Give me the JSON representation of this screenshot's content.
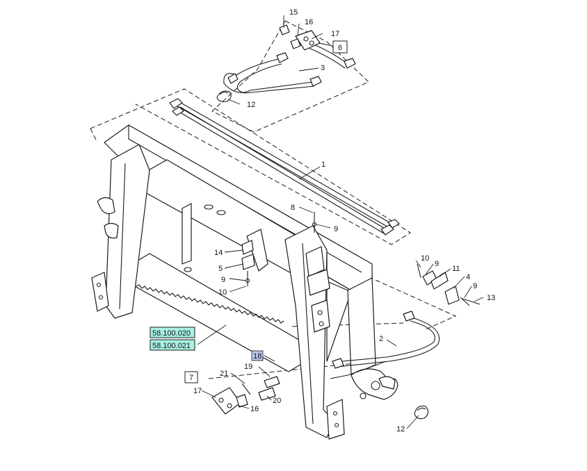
{
  "callouts": {
    "c1": "1",
    "c2": "2",
    "c3": "3",
    "c4": "4",
    "c5": "5",
    "c6": "6",
    "c7": "7",
    "c8": "8",
    "c9a": "9",
    "c9b": "9",
    "c9c": "9",
    "c9d": "9",
    "c10a": "10",
    "c10b": "10",
    "c11": "11",
    "c12a": "12",
    "c12b": "12",
    "c13": "13",
    "c14": "14",
    "c15": "15",
    "c16a": "16",
    "c16b": "16",
    "c17a": "17",
    "c17b": "17",
    "c18": "18",
    "c19": "19",
    "c20": "20",
    "c21": "21"
  },
  "references": {
    "ref1": "58.100.020",
    "ref2": "58.100.021"
  },
  "colors": {
    "reference_fill": "#a8f0e4",
    "highlight_fill": "#b9c6ee",
    "line": "#1a1a1a"
  }
}
